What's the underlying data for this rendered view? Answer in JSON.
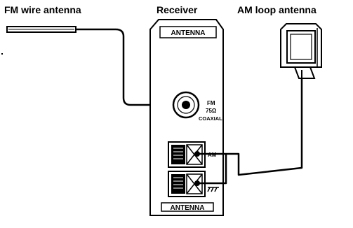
{
  "headers": {
    "fm_wire_antenna": "FM wire antenna",
    "receiver": "Receiver",
    "am_loop_antenna": "AM loop antenna"
  },
  "panel": {
    "title": "ANTENNA",
    "fm_label_line1": "FM",
    "fm_label_line2": "75Ω",
    "fm_label_line3": "COAXIAL",
    "am_label": "AM"
  }
}
